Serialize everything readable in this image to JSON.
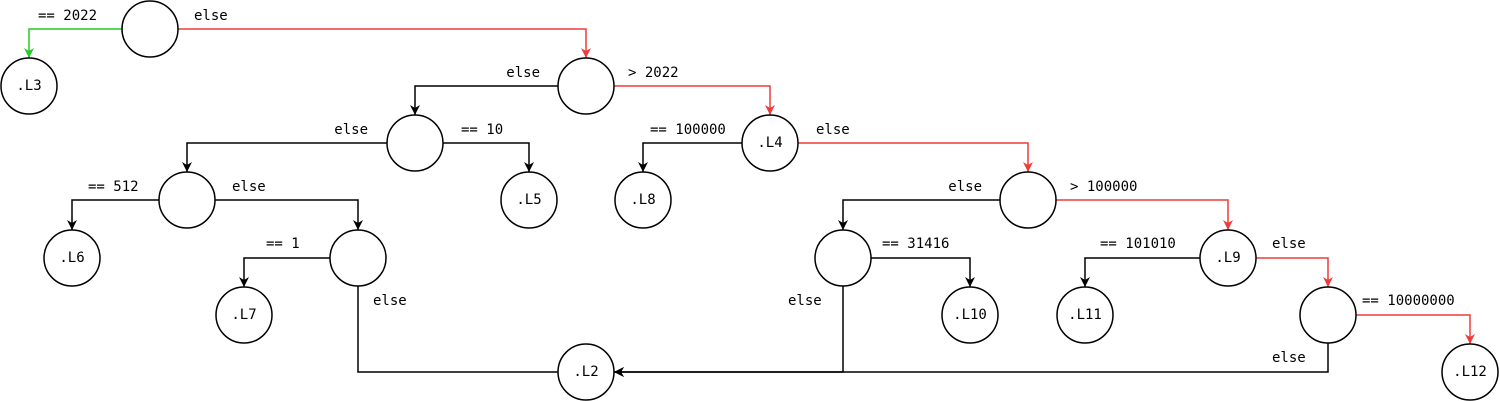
{
  "colors": {
    "default_edge": "#000000",
    "taken_edge": "#f03a3a",
    "match_edge": "#22cc22"
  },
  "nodes": [
    {
      "id": "n2022",
      "label": ""
    },
    {
      "id": "L3",
      "label": ".L3"
    },
    {
      "id": "gt2022",
      "label": ""
    },
    {
      "id": "n10",
      "label": ""
    },
    {
      "id": "L4",
      "label": ".L4"
    },
    {
      "id": "n512",
      "label": ""
    },
    {
      "id": "L5",
      "label": ".L5"
    },
    {
      "id": "L8",
      "label": ".L8"
    },
    {
      "id": "gt100000",
      "label": ""
    },
    {
      "id": "L6",
      "label": ".L6"
    },
    {
      "id": "n1",
      "label": ""
    },
    {
      "id": "n31416",
      "label": ""
    },
    {
      "id": "L9",
      "label": ".L9"
    },
    {
      "id": "L7",
      "label": ".L7"
    },
    {
      "id": "L10",
      "label": ".L10"
    },
    {
      "id": "L11",
      "label": ".L11"
    },
    {
      "id": "n10000000",
      "label": ""
    },
    {
      "id": "L2",
      "label": ".L2"
    },
    {
      "id": "L12",
      "label": ".L12"
    }
  ],
  "edges": [
    {
      "from": "n2022",
      "to": "L3",
      "label": "== 2022",
      "style": "match"
    },
    {
      "from": "n2022",
      "to": "gt2022",
      "label": "else",
      "style": "taken"
    },
    {
      "from": "gt2022",
      "to": "n10",
      "label": "else",
      "style": "default"
    },
    {
      "from": "gt2022",
      "to": "L4",
      "label": "> 2022",
      "style": "taken"
    },
    {
      "from": "n10",
      "to": "n512",
      "label": "else",
      "style": "default"
    },
    {
      "from": "n10",
      "to": "L5",
      "label": "== 10",
      "style": "default"
    },
    {
      "from": "L4",
      "to": "L8",
      "label": "== 100000",
      "style": "default"
    },
    {
      "from": "L4",
      "to": "gt100000",
      "label": "else",
      "style": "taken"
    },
    {
      "from": "n512",
      "to": "L6",
      "label": "== 512",
      "style": "default"
    },
    {
      "from": "n512",
      "to": "n1",
      "label": "else",
      "style": "default"
    },
    {
      "from": "gt100000",
      "to": "n31416",
      "label": "else",
      "style": "default"
    },
    {
      "from": "gt100000",
      "to": "L9",
      "label": "> 100000",
      "style": "taken"
    },
    {
      "from": "n1",
      "to": "L7",
      "label": "== 1",
      "style": "default"
    },
    {
      "from": "n1",
      "to": "L2",
      "label": "else",
      "style": "default"
    },
    {
      "from": "n31416",
      "to": "L10",
      "label": "== 31416",
      "style": "default"
    },
    {
      "from": "n31416",
      "to": "L2",
      "label": "else",
      "style": "default"
    },
    {
      "from": "L9",
      "to": "L11",
      "label": "== 101010",
      "style": "default"
    },
    {
      "from": "L9",
      "to": "n10000000",
      "label": "else",
      "style": "taken"
    },
    {
      "from": "n10000000",
      "to": "L12",
      "label": "== 10000000",
      "style": "taken"
    },
    {
      "from": "n10000000",
      "to": "L2",
      "label": "else",
      "style": "default"
    }
  ]
}
